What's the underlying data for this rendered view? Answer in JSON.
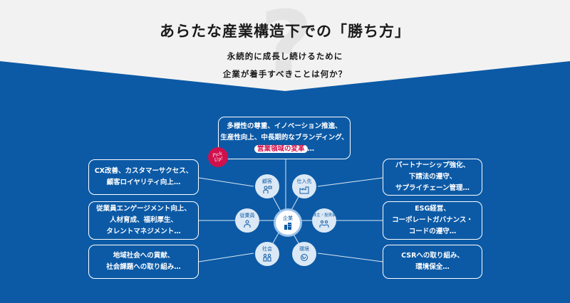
{
  "header": {
    "title": "あらたな産業構造下での「勝ち方」",
    "subtitle_line1": "永続的に成長し続けるために",
    "subtitle_line2": "企業が着手すべきことは何か？",
    "question_mark": "?"
  },
  "center": {
    "label": "企業"
  },
  "nodes": [
    {
      "label": "顧客",
      "icon": "customer-icon"
    },
    {
      "label": "仕入先",
      "icon": "supplier-icon"
    },
    {
      "label": "従業員",
      "icon": "employee-icon"
    },
    {
      "label": "株主・投資家",
      "icon": "shareholder-icon"
    },
    {
      "label": "社会",
      "icon": "society-icon"
    },
    {
      "label": "環境",
      "icon": "environment-icon"
    }
  ],
  "boxes": {
    "top": {
      "line1": "多様性の尊重、イノベーション推進、",
      "line2": "生産性向上、中長期的なブランディング、",
      "highlight": "営業領域の変革",
      "suffix": "…"
    },
    "customer": {
      "line1": "CX改善、カスタマーサクセス、",
      "line2": "顧客ロイヤリティ向上…"
    },
    "employee": {
      "line1": "従業員エンゲージメント向上、",
      "line2": "人材育成、福利厚生、",
      "line3": "タレントマネジメント…"
    },
    "society": {
      "line1": "地域社会への貢献、",
      "line2": "社会課題への取り組み…"
    },
    "supplier": {
      "line1": "パートナーシップ強化、",
      "line2": "下請法の遵守、",
      "line3": "サプライチェーン管理…"
    },
    "shareholder": {
      "line1": "ESG経営、",
      "line2": "コーポレートガバナンス・",
      "line3": "コードの遵守…"
    },
    "environment": {
      "line1": "CSRへの取り組み、",
      "line2": "環境保全…"
    }
  },
  "pickup": {
    "line1": "Pick",
    "line2": "Up!"
  },
  "colors": {
    "primary_blue": "#0c5aa6",
    "header_bg": "#f2f2f2",
    "accent_pink": "#d0104c",
    "node_bg": "#dbe8f5"
  }
}
